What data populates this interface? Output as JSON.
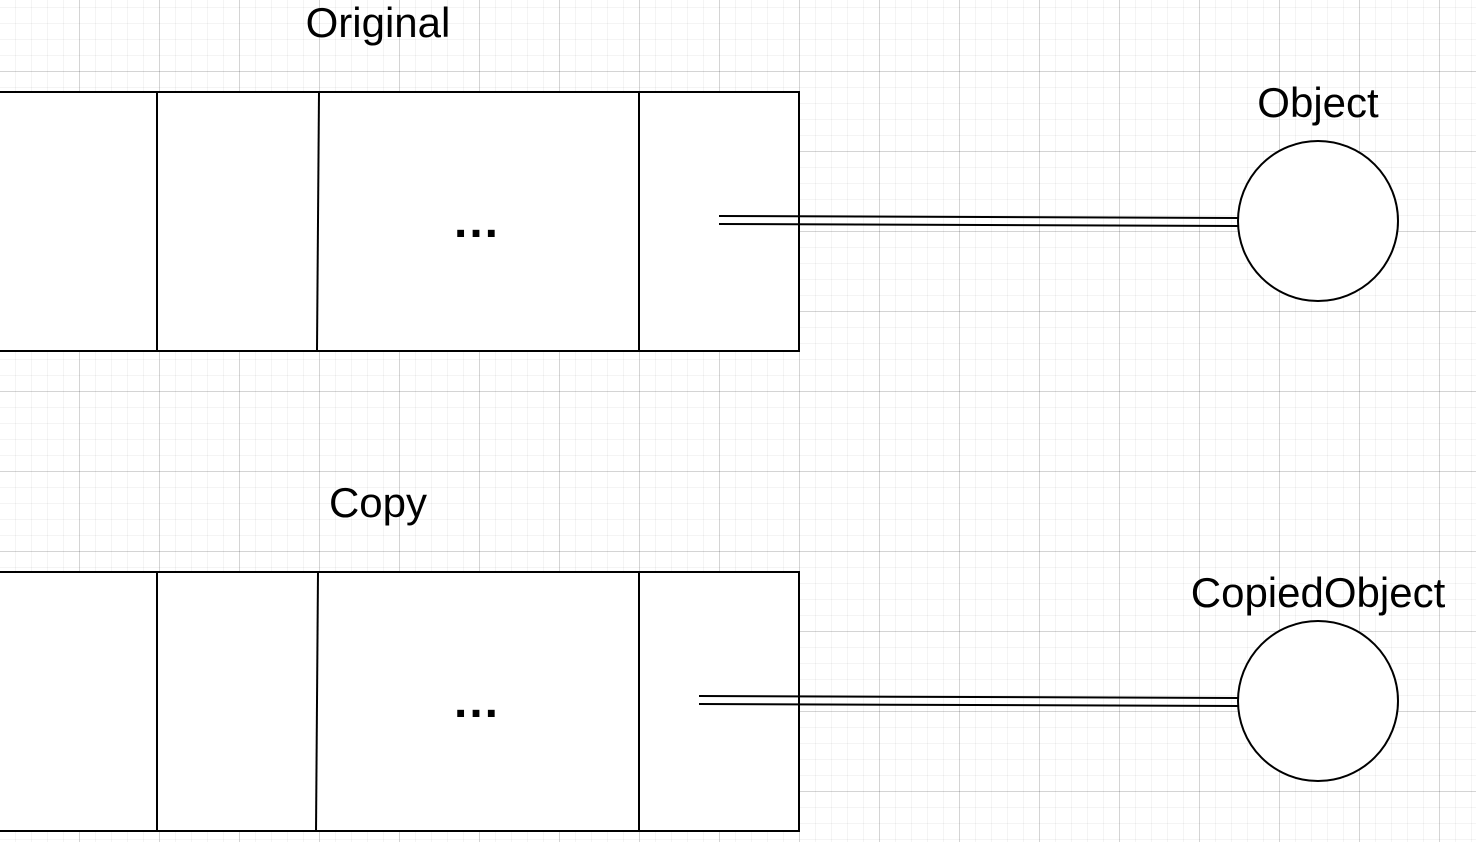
{
  "diagram": {
    "original": {
      "title": "Original",
      "ellipsis": "...",
      "target_label": "Object"
    },
    "copy": {
      "title": "Copy",
      "ellipsis": "...",
      "target_label": "CopiedObject"
    }
  }
}
